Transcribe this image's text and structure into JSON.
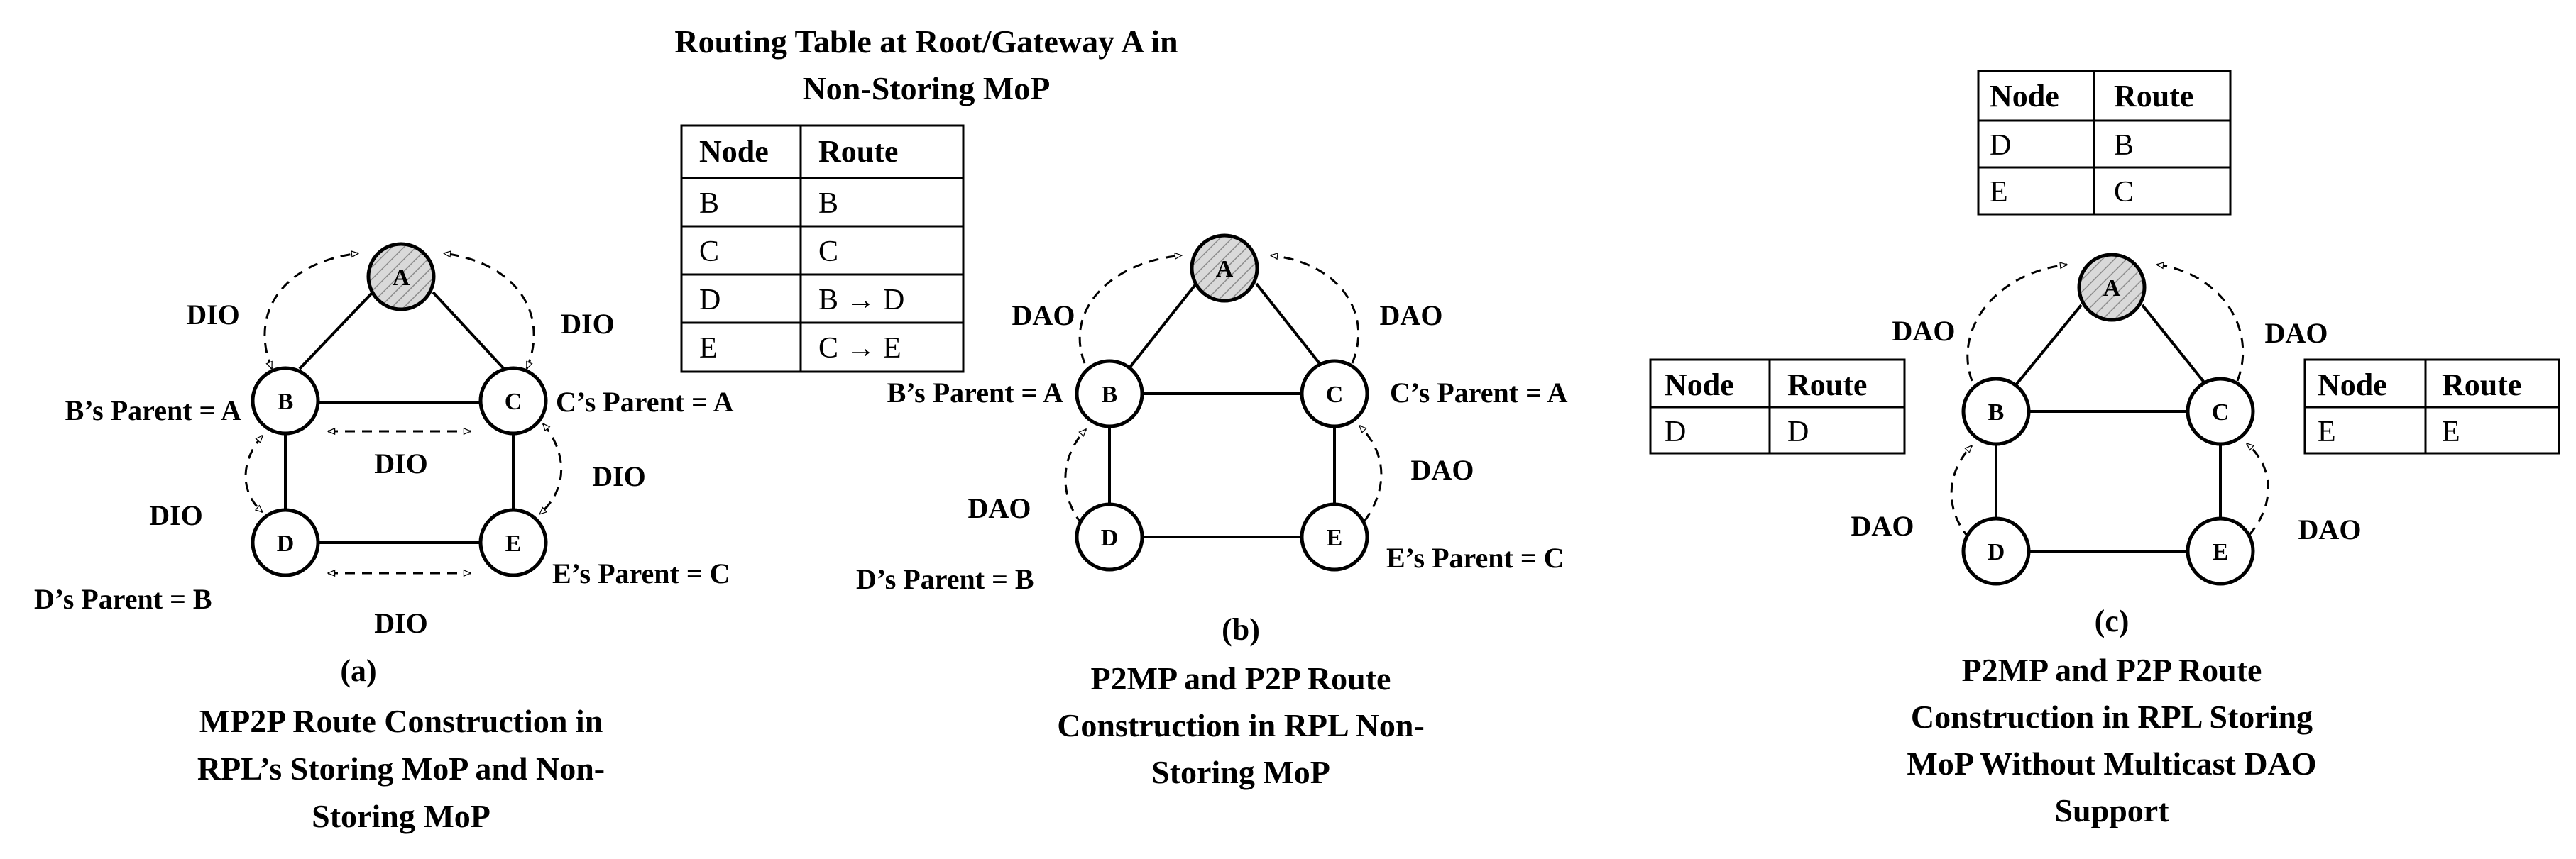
{
  "panel_a": {
    "nodes": {
      "A": "A",
      "B": "B",
      "C": "C",
      "D": "D",
      "E": "E"
    },
    "dio_label": "DIO",
    "parents": {
      "B": "B’s Parent = A",
      "C": "C’s Parent = A",
      "D": "D’s Parent = B",
      "E": "E’s Parent = C"
    },
    "letter": "(a)",
    "caption": [
      "MP2P Route Construction in",
      "RPL’s Storing MoP and Non-",
      "Storing MoP"
    ]
  },
  "root_table": {
    "title": [
      "Routing Table at Root/Gateway A in",
      "Non-Storing MoP"
    ],
    "headers": [
      "Node",
      "Route"
    ],
    "rows": [
      [
        "B",
        "B"
      ],
      [
        "C",
        "C"
      ],
      [
        "D",
        "B → D"
      ],
      [
        "E",
        "C → E"
      ]
    ]
  },
  "panel_b": {
    "nodes": {
      "A": "A",
      "B": "B",
      "C": "C",
      "D": "D",
      "E": "E"
    },
    "dao_label": "DAO",
    "parents": {
      "B": "B’s Parent = A",
      "C": "C’s Parent = A",
      "D": "D’s Parent = B",
      "E": "E’s Parent = C"
    },
    "letter": "(b)",
    "caption": [
      "P2MP and P2P Route",
      "Construction in RPL Non-",
      "Storing MoP"
    ]
  },
  "panel_c": {
    "nodes": {
      "A": "A",
      "B": "B",
      "C": "C",
      "D": "D",
      "E": "E"
    },
    "dao_label": "DAO",
    "table_a": {
      "headers": [
        "Node",
        "Route"
      ],
      "rows": [
        [
          "D",
          "B"
        ],
        [
          "E",
          "C"
        ]
      ]
    },
    "table_b": {
      "headers": [
        "Node",
        "Route"
      ],
      "rows": [
        [
          "D",
          "D"
        ]
      ]
    },
    "table_c": {
      "headers": [
        "Node",
        "Route"
      ],
      "rows": [
        [
          "E",
          "E"
        ]
      ]
    },
    "letter": "(c)",
    "caption": [
      "P2MP and P2P Route",
      "Construction in RPL Storing",
      "MoP Without Multicast DAO",
      "Support"
    ]
  }
}
